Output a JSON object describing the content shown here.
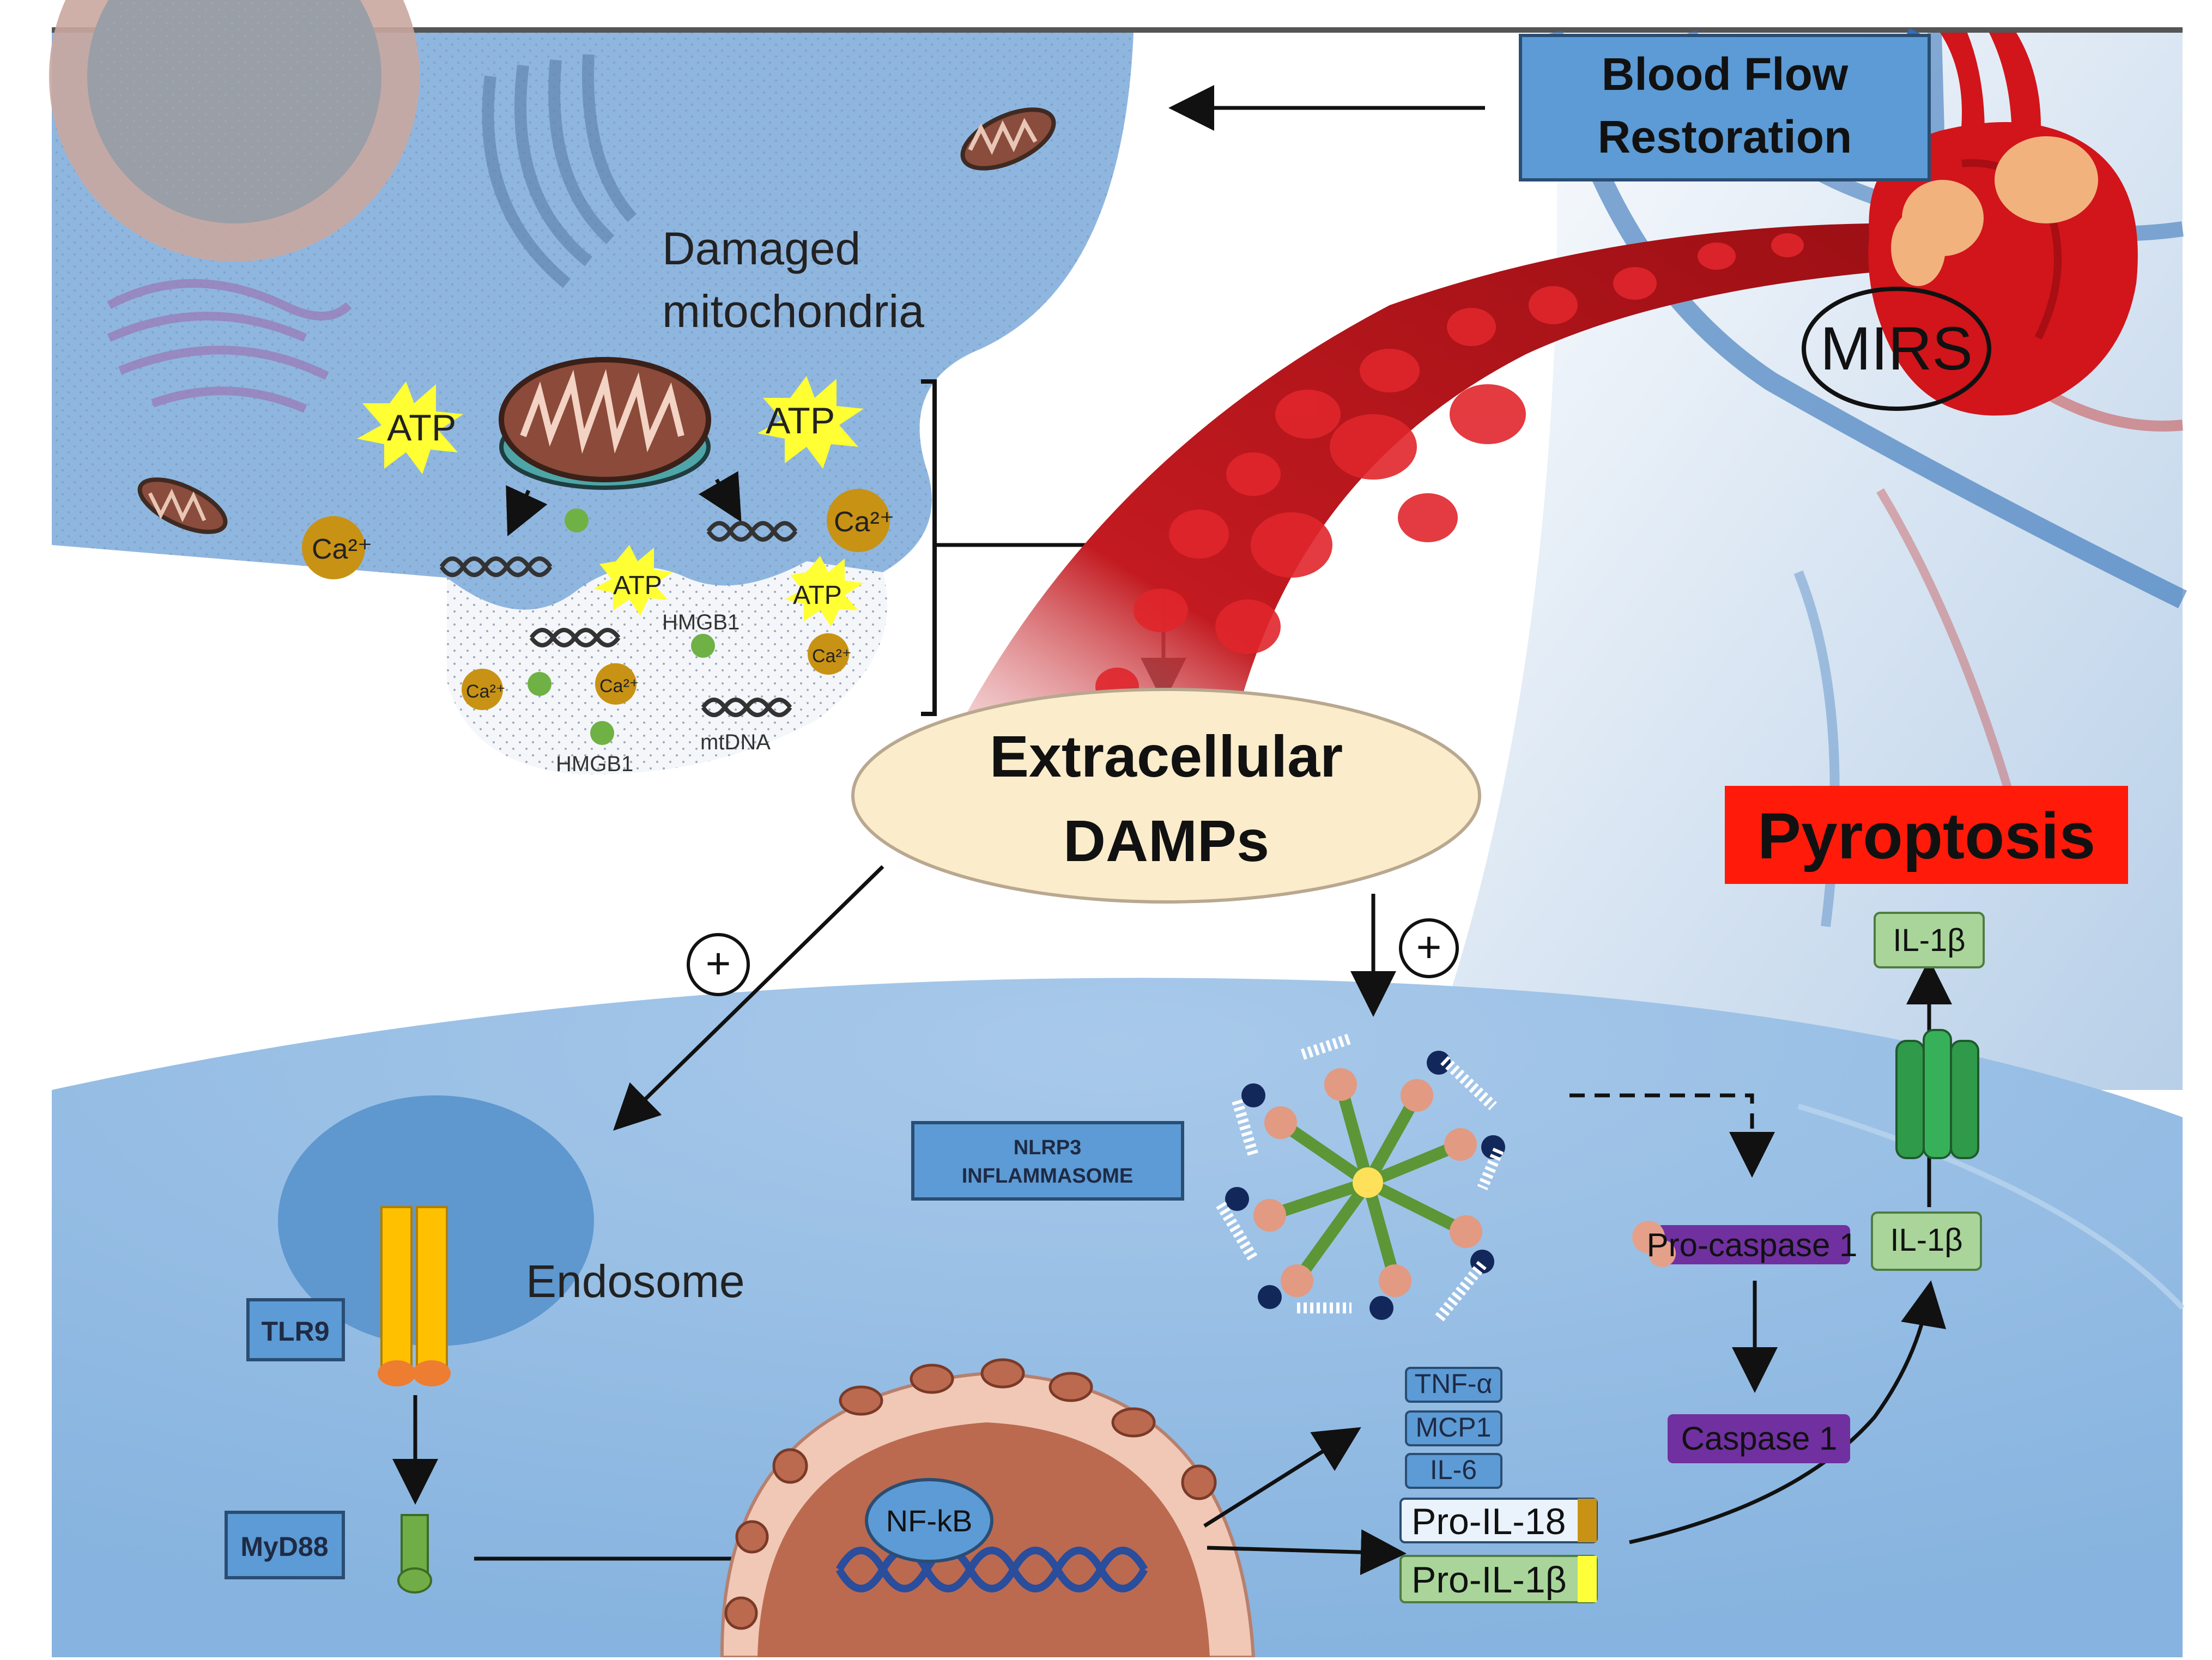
{
  "colors": {
    "cell_blue": "#7fb0de",
    "cell_blue_light": "#a9c9ea",
    "cell_bottom": "#8fb9e3",
    "vessel_red": "#c0161d",
    "blood_red": "#9d1015",
    "label_box": "#5c9bd5",
    "ellipse_fill": "#fbeccb",
    "pyroptosis_red": "#ff1a0a",
    "green_box": "#a9d59a",
    "purple": "#7030a0",
    "yellow": "#ffff3a",
    "orange": "#ffc000",
    "green_bar": "#70ad47"
  },
  "labels": {
    "blood_flow_line1": "Blood Flow",
    "blood_flow_line2": "Restoration",
    "mirs": "MIRS",
    "damaged_line1": "Damaged",
    "damaged_line2": "mitochondria",
    "atp": "ATP",
    "ca": "Ca²⁺",
    "hmgb1": "HMGB1",
    "mtdna": "mtDNA",
    "damps_line1": "Extracellular",
    "damps_line2": "DAMPs",
    "pyroptosis": "Pyroptosis",
    "plus": "+",
    "nlrp3_line1": "NLRP3",
    "nlrp3_line2": "INFLAMMASOME",
    "endosome": "Endosome",
    "tlr9": "TLR9",
    "myd88": "MyD88",
    "nfkb": "NF-kB",
    "tnf": "TNF-α",
    "mcp1": "MCP1",
    "il6": "IL-6",
    "pro_il18": "Pro-IL-18",
    "pro_il1b": "Pro-IL-1β",
    "pro_caspase": "Pro-caspase 1",
    "caspase": "Caspase 1",
    "il1b": "IL-1β"
  },
  "icons": [
    "heart-icon",
    "mitochondrion-icon",
    "dna-icon",
    "nucleus-icon",
    "receptor-icon",
    "channel-icon",
    "inflammasome-icon"
  ]
}
